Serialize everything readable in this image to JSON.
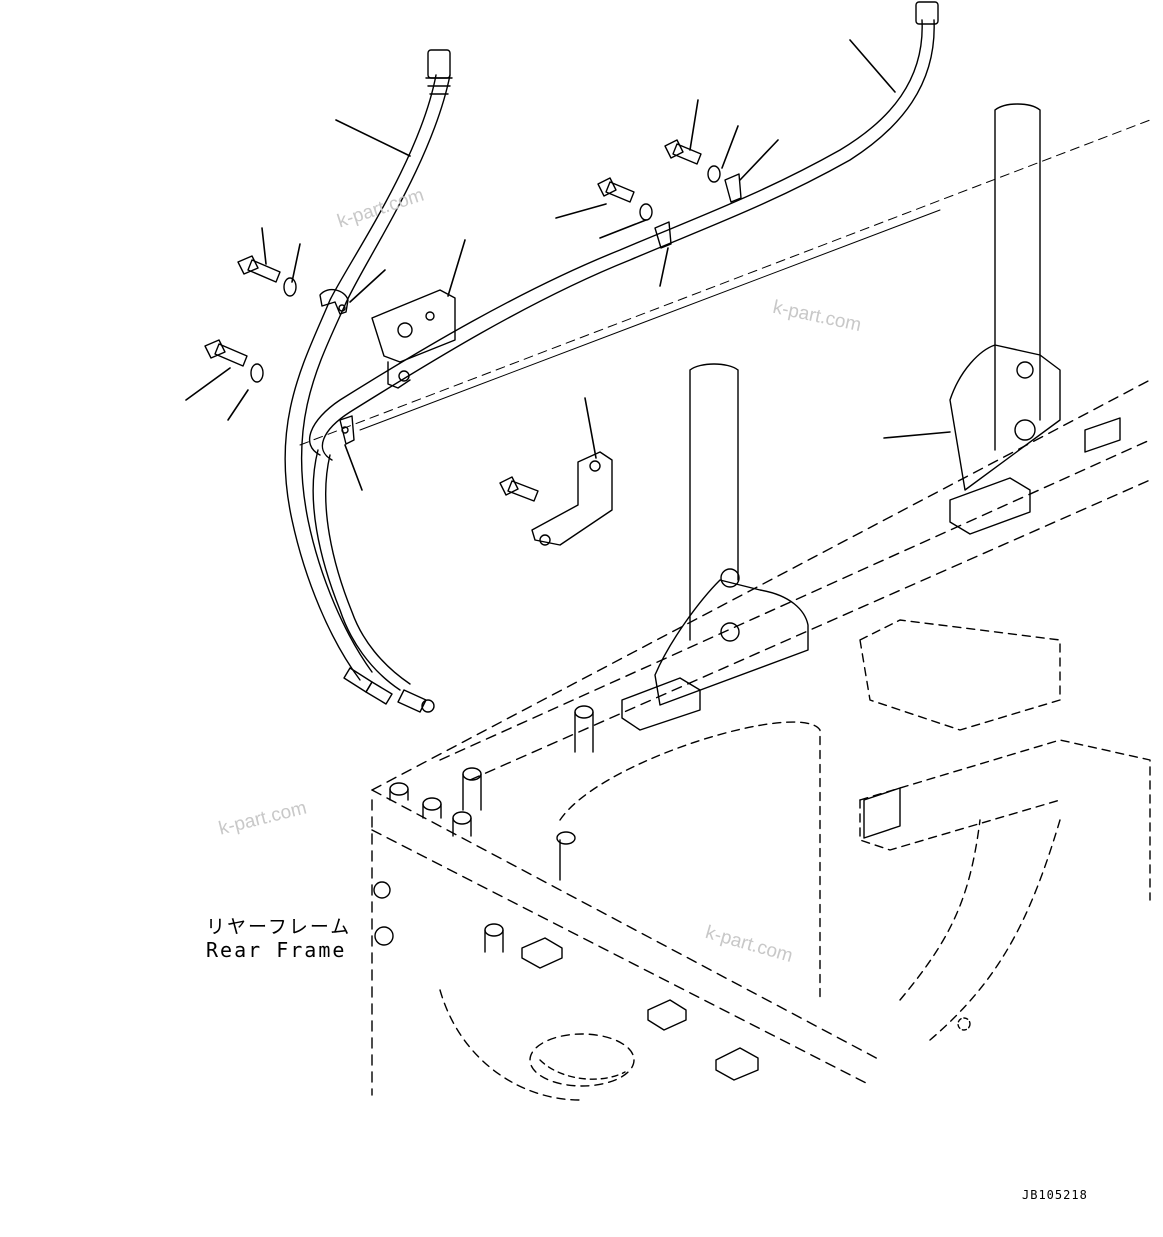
{
  "frame_label": {
    "japanese": "リヤーフレーム",
    "english": "Rear Frame"
  },
  "drawing_code": "JB105218",
  "watermarks": [
    "k-part.com",
    "k-part.com",
    "k-part.com",
    "k-part.com"
  ]
}
